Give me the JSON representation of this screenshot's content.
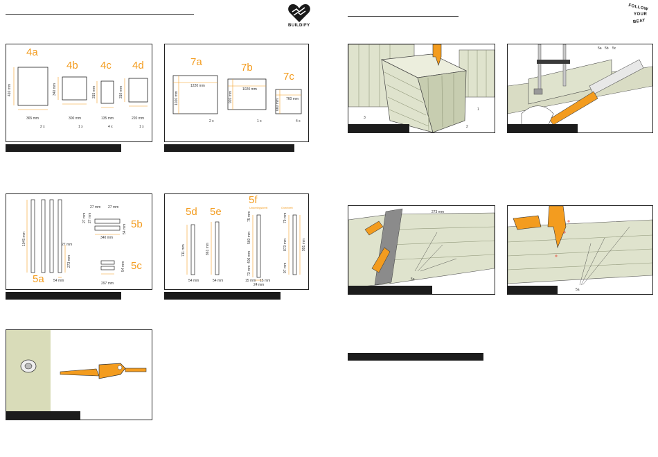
{
  "brand": {
    "name": "BUILDIFY",
    "slogan_line1": "FOLLOW",
    "slogan_line2": "YOUR",
    "slogan_line3": "BEAT"
  },
  "colors": {
    "accent": "#f39c1f",
    "wood": "#dfe3cd",
    "wood_dark": "#c7cdb0",
    "caption": "#1c1c1c",
    "drill_panel": "#d9dcb9"
  },
  "panel_4": {
    "label_4a": "4a",
    "label_4b": "4b",
    "label_4c": "4c",
    "label_4d": "4d",
    "dim_4a_h": "410 mm",
    "dim_4a_w": "365 mm",
    "qty_4a": "2 x",
    "dim_4b_h": "340 mm",
    "dim_4b_w": "300 mm",
    "qty_4b": "1 x",
    "dim_4c_h": "315 mm",
    "dim_4c_w": "135 mm",
    "qty_4c": "4 x",
    "dim_4d_h": "310 mm",
    "dim_4d_w": "220 mm",
    "qty_4d": "1 x"
  },
  "panel_7": {
    "label_7a": "7a",
    "label_7b": "7b",
    "label_7c": "7c",
    "dim_7a_w": "1220 mm",
    "dim_7a_h": "1020 mm",
    "qty_7a": "2 x",
    "dim_7b_w": "1020 mm",
    "dim_7b_h": "920 mm",
    "qty_7b": "1 x",
    "dim_7c_w": "760 mm",
    "dim_7c_h": "660 mm",
    "qty_7c": "4 x"
  },
  "panel_5ab": {
    "label_5a": "5a",
    "label_5b": "5b",
    "label_5c": "5c",
    "dim_5a_h": "1045 mm",
    "dim_5a_w": "54 mm",
    "dim_5a_27": "27 mm",
    "dim_5a_273": "273 mm",
    "dim_5b_27a": "27 mm",
    "dim_5b_27b": "27 mm",
    "dim_5b_27c": "27 mm",
    "dim_5b_27d": "27 mm",
    "dim_5b_w": "340 mm",
    "dim_5b_h": "54 mm",
    "dim_5c_w": "297 mm",
    "dim_5c_h": "54 mm"
  },
  "panel_5def": {
    "label_5d": "5d",
    "label_5e": "5e",
    "label_5f": "5f",
    "dim_5d_h": "711 mm",
    "dim_5d_w": "54 mm",
    "dim_5e_h": "861 mm",
    "dim_5e_w": "54 mm",
    "label_5f_left": "Underlegsbrett",
    "label_5f_right": "Overbrett",
    "dim_5f_l1": "75 mm",
    "dim_5f_l2": "560 mm",
    "dim_5f_l3": "406 mm",
    "dim_5f_l4": "73 mm",
    "dim_5f_r1": "79 mm",
    "dim_5f_r2": "873 mm",
    "dim_5f_r3": "97 mm",
    "dim_5f_r4": "991 mm",
    "dim_5f_b1": "15 mm",
    "dim_5f_b2": "15 mm",
    "dim_5f_b3": "24 mm"
  },
  "photo_1": {
    "part_1": "1",
    "part_2": "2",
    "part_3": "3"
  },
  "photo_2": {
    "label_5a": "5a",
    "label_5b": "5b",
    "label_5c": "5c"
  },
  "photo_3": {
    "dim": "273 mm",
    "label": "5a"
  },
  "photo_4": {
    "label": "5a"
  }
}
